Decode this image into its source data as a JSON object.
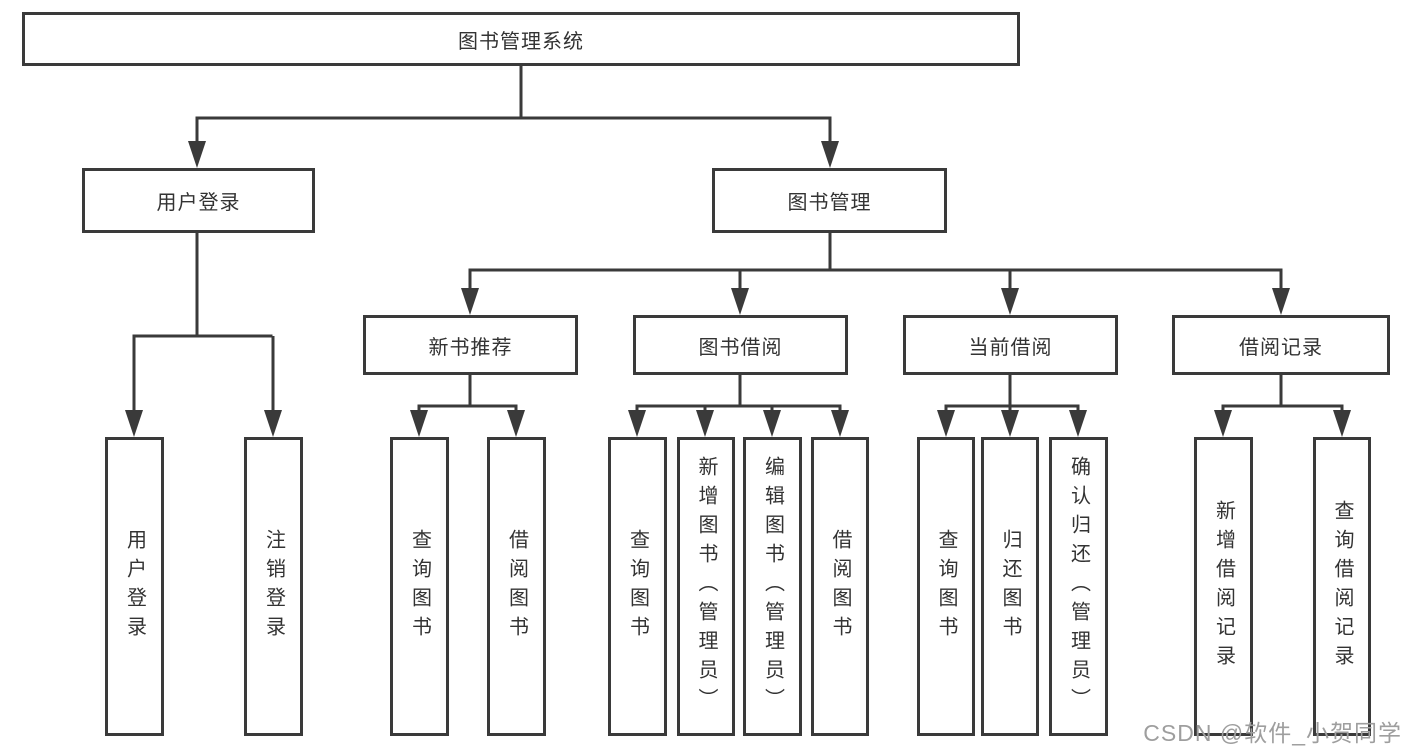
{
  "diagram_title": "图书管理系统",
  "nodes": {
    "root": "图书管理系统",
    "user_login": "用户登录",
    "book_mgmt": "图书管理",
    "new_book_rec": "新书推荐",
    "book_borrow": "图书借阅",
    "current_borrow": "当前借阅",
    "borrow_record": "借阅记录",
    "leaf_user_login": "用户登录",
    "leaf_logout": "注销登录",
    "leaf_nbr_query_book": "查询图书",
    "leaf_nbr_borrow_book": "借阅图书",
    "leaf_bb_query_book": "查询图书",
    "leaf_bb_add_book_admin": "新增图书（管理员）",
    "leaf_bb_edit_book_admin": "编辑图书（管理员）",
    "leaf_bb_borrow_book": "借阅图书",
    "leaf_cb_query_book": "查询图书",
    "leaf_cb_return_book": "归还图书",
    "leaf_cb_confirm_return_admin": "确认归还（管理员）",
    "leaf_br_add_record": "新增借阅记录",
    "leaf_br_query_record": "查询借阅记录"
  },
  "watermark": {
    "text": "CSDN @软件_小贺同学"
  },
  "colors": {
    "line": "#3a3a3a",
    "text": "#333333",
    "watermark": "#9e9e9e",
    "background": "#ffffff"
  }
}
